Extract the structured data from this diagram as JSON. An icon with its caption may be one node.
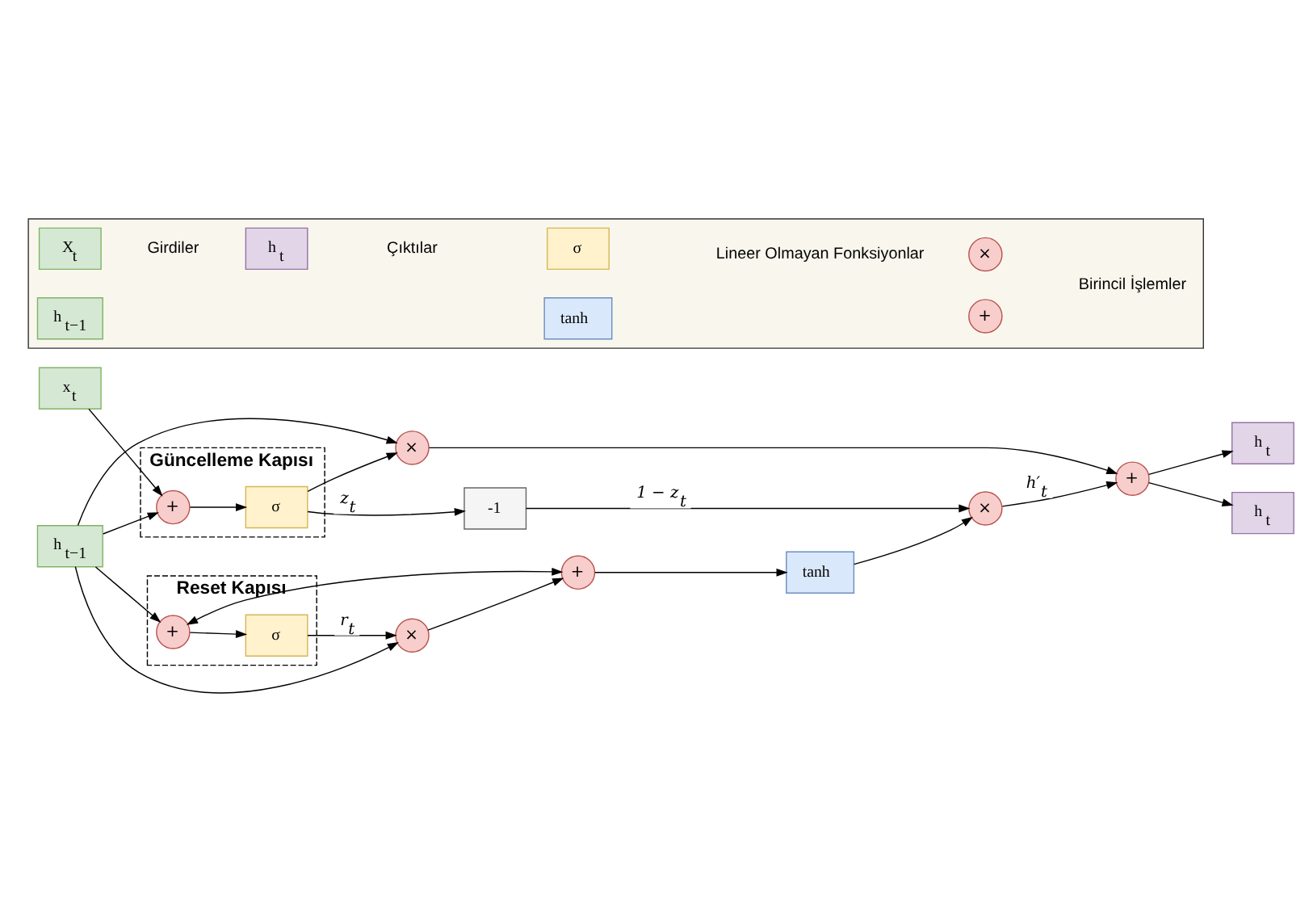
{
  "diagram": {
    "nodes": [
      {
        "text": [
          "Güncelleme Kapısı"
        ]
      },
      {
        "text": [
          "Reset Kapısı"
        ]
      },
      {
        "text": [
          "h$_{t−1}$"
        ]
      },
      {
        "text": [
          "x$_{t}$"
        ]
      },
      {
        "text": [
          "+"
        ],
        "in": 0
      },
      {
        "text": [
          "σ"
        ],
        "in": 0
      },
      {
        "text": [
          "+"
        ],
        "in": 1
      },
      {
        "text": [
          "σ"
        ],
        "in": 1
      },
      {
        "text": [
          "×"
        ]
      },
      {
        "text": [
          "+"
        ]
      },
      {
        "text": [
          "tanh"
        ]
      },
      {
        "text": [
          "-1"
        ]
      },
      {
        "text": [
          "×"
        ]
      },
      {
        "text": [
          "×"
        ]
      },
      {
        "text": [
          "+"
        ]
      },
      {
        "text": [
          "h$_{t}$"
        ]
      },
      {
        "text": [
          "h$_{t}$"
        ]
      },
      {
        "text": [],
        "shape": "box"
      },
      {
        "text": [
          "X$_{t}$"
        ],
        "in": 17
      },
      {
        "text": [
          "h$_{t−1}$"
        ],
        "in": 17
      },
      {
        "text": [
          "h$_{t}$"
        ],
        "in": 17
      },
      {
        "text": [
          "σ"
        ],
        "in": 17
      },
      {
        "text": [
          "tanh"
        ],
        "in": 17
      },
      {
        "text": [
          "×"
        ],
        "in": 17
      },
      {
        "text": [
          "+"
        ],
        "in": 17
      }
    ],
    "edges": [
      {
        "from": 2,
        "to": 4,
        "arrow": "to"
      },
      {
        "from": 3,
        "to": 4,
        "arrow": "to"
      },
      {
        "from": 2,
        "to": 6,
        "arrow": "to"
      },
      {
        "from": 2,
        "to": 8,
        "arrow": "to"
      },
      {
        "from": 2,
        "to": 13,
        "arrow": "to"
      },
      {
        "from": 4,
        "to": 5,
        "arrow": "to"
      },
      {
        "from": 5,
        "to": 11,
        "arrow": "to",
        "label": "z$_{t}$"
      },
      {
        "from": 5,
        "to": 13,
        "arrow": "to"
      },
      {
        "from": 6,
        "to": 7,
        "arrow": "to"
      },
      {
        "from": 7,
        "to": 8,
        "arrow": "to",
        "label": "r$_{t}$"
      },
      {
        "from": 6,
        "to": 9,
        "arrow": "both"
      },
      {
        "from": 8,
        "to": 9,
        "arrow": "to"
      },
      {
        "from": 9,
        "to": 10,
        "arrow": "to"
      },
      {
        "from": 10,
        "to": 12,
        "arrow": "to"
      },
      {
        "from": 11,
        "to": 12,
        "arrow": "to",
        "label": "1 − z$_{t}$"
      },
      {
        "from": 12,
        "to": 14,
        "arrow": "to",
        "label": "h′$_{t}$"
      },
      {
        "from": 13,
        "to": 14,
        "arrow": "to"
      },
      {
        "from": 14,
        "to": 15,
        "arrow": "to"
      },
      {
        "from": 14,
        "to": 16,
        "arrow": "to"
      }
    ],
    "legend": [
      {
        "text": "Girdiler"
      },
      {
        "text": "Çıktılar"
      },
      {
        "text": "Lineer Olmayan Fonksiyonlar"
      },
      {
        "text": "Birincil İşlemler"
      }
    ]
  }
}
